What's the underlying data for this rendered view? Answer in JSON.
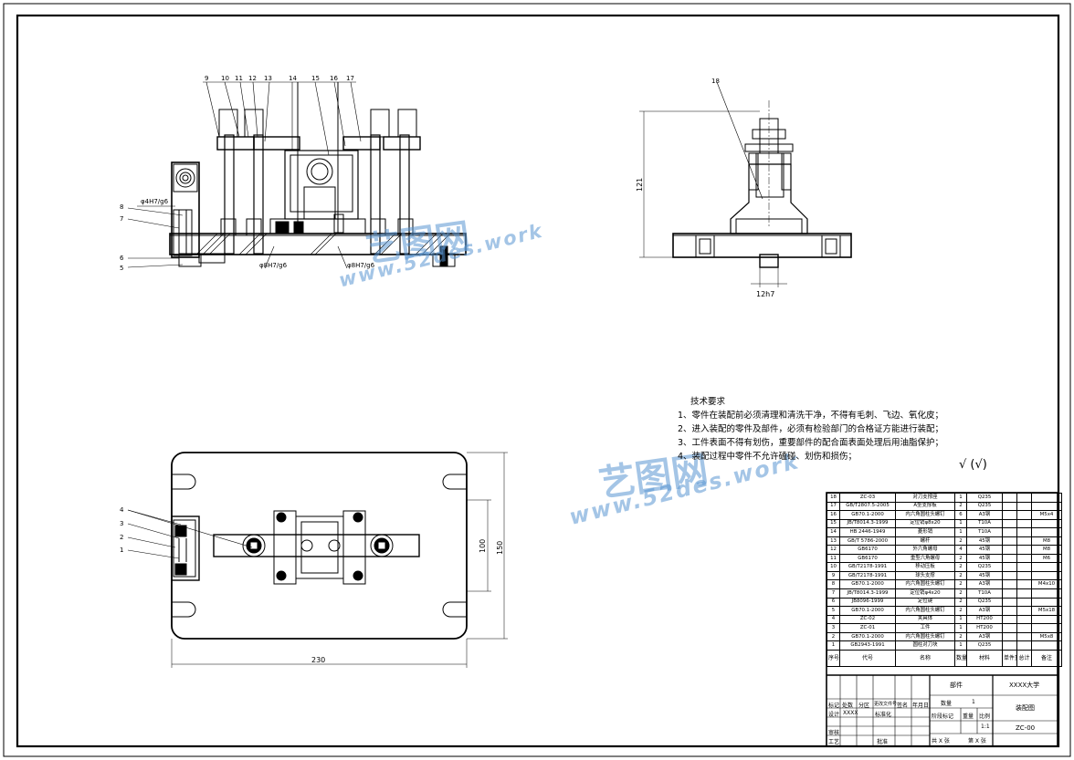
{
  "front_view": {
    "callouts": [
      "9",
      "10",
      "11",
      "12",
      "13",
      "14",
      "15",
      "16",
      "17"
    ],
    "left_callouts": [
      "8",
      "7",
      "6",
      "5"
    ],
    "fit_left": "φ4H7/g6",
    "fit_bottom_1": "φ8H7/g6",
    "fit_bottom_2": "φ8H7/g6"
  },
  "side_view": {
    "callout": "18",
    "height_dim": "121",
    "key_dim": "12h7"
  },
  "top_view": {
    "callouts": [
      "4",
      "3",
      "2",
      "1"
    ],
    "width_dim": "230",
    "height_dim": "150",
    "inner_dim": "100"
  },
  "notes": {
    "title": "技术要求",
    "lines": [
      "1、零件在装配前必须清理和清洗干净，不得有毛刺、飞边、氧化皮；",
      "2、进入装配的零件及部件，必须有检验部门的合格证方能进行装配；",
      "3、工件表面不得有划伤，重要部件的配合面表面处理后用油脂保护；",
      "4、装配过程中零件不允许磕碰、划伤和损伤；"
    ]
  },
  "roughness": "√ (√)",
  "bom": {
    "rows": [
      [
        "18",
        "ZC-03",
        "对刀支撑座",
        "1",
        "Q235",
        "",
        "",
        ""
      ],
      [
        "17",
        "GB/T2807.5-2005",
        "A型支撑板",
        "2",
        "Q235",
        "",
        "",
        ""
      ],
      [
        "16",
        "GB70.1-2000",
        "内六角圆柱头螺钉",
        "6",
        "A3钢",
        "",
        "",
        "M5x4"
      ],
      [
        "15",
        "JB/T8014.3-1999",
        "定位销φ8x20",
        "1",
        "T10A",
        "",
        "",
        ""
      ],
      [
        "14",
        "HB 2446-1949",
        "菱形销",
        "1",
        "T10A",
        "",
        "",
        ""
      ],
      [
        "13",
        "GB/T 5786-2000",
        "螺杆",
        "2",
        "45钢",
        "",
        "",
        "M8"
      ],
      [
        "12",
        "GB6170",
        "外六角螺母",
        "4",
        "45钢",
        "",
        "",
        "M8"
      ],
      [
        "11",
        "GB6170",
        "重型六角螺母",
        "2",
        "45钢",
        "",
        "",
        "M6"
      ],
      [
        "10",
        "GB/T2178-1991",
        "移动压板",
        "2",
        "Q235",
        "",
        "",
        ""
      ],
      [
        "9",
        "GB/T2178-1991",
        "球头支撑",
        "2",
        "45钢",
        "",
        "",
        ""
      ],
      [
        "8",
        "GB70.1-2000",
        "内六角圆柱头螺钉",
        "2",
        "A3钢",
        "",
        "",
        "M4x10"
      ],
      [
        "7",
        "JB/T8014.3-1999",
        "定位销φ4x20",
        "2",
        "T10A",
        "",
        "",
        ""
      ],
      [
        "6",
        "JB8096-1999",
        "定位键",
        "2",
        "Q235",
        "",
        "",
        ""
      ],
      [
        "5",
        "GB70.1-2000",
        "内六角圆柱头螺钉",
        "2",
        "A3钢",
        "",
        "",
        "M5x18"
      ],
      [
        "4",
        "ZC-02",
        "夹具体",
        "1",
        "HT200",
        "",
        "",
        ""
      ],
      [
        "3",
        "ZC-01",
        "工件",
        "1",
        "HT200",
        "",
        "",
        ""
      ],
      [
        "2",
        "GB70.1-2000",
        "内六角圆柱头螺钉",
        "2",
        "A3钢",
        "",
        "",
        "M5x8"
      ],
      [
        "1",
        "GB2943-1991",
        "圆柱对刀块",
        "1",
        "Q235",
        "",
        "",
        ""
      ]
    ],
    "header": [
      "序号",
      "代号",
      "名称",
      "数量",
      "材料",
      "单件重量",
      "总计",
      "备注"
    ]
  },
  "title_block": {
    "part_label": "部件",
    "school": "XXXX大学",
    "qty_label": "数量",
    "qty_value": "1",
    "drawing_name": "装配图",
    "stage_label": "阶段标记",
    "weight_label": "重量",
    "scale_label": "比例",
    "scale_value": "1:1",
    "code": "ZC-00",
    "sheet_label": "共 X 张",
    "sheet_of": "第 X 张",
    "row_labels": [
      "标记",
      "处数",
      "分区",
      "更改文件号",
      "签名",
      "年月日"
    ],
    "design_label": "设计",
    "design_value": "XXXX",
    "std_label": "标准化",
    "review_label": "审核",
    "process_label": "工艺",
    "approve_label": "批准"
  },
  "watermark": {
    "brand": "艺图网",
    "url": "www.52des.work"
  }
}
